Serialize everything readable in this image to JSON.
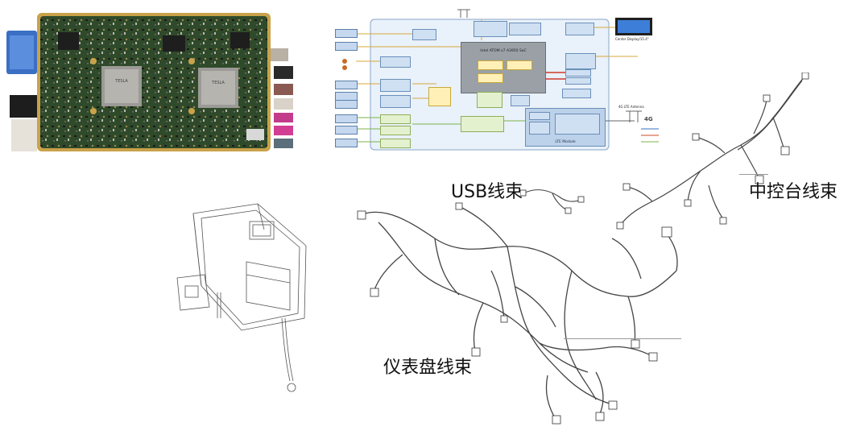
{
  "labels": {
    "usb_harness": "USB线束",
    "center_console_harness": "中控台线束",
    "instrument_panel_harness": "仪表盘线束"
  },
  "board_chip_text": [
    "TESLA",
    "TESLA"
  ],
  "diagram": {
    "main_block": "Intel ATOM x7 A3950 SoC",
    "bottom_label": "LTE Module",
    "antenna_label": "4G LTE Antenna",
    "lte_badge": "4G",
    "display_label": "Center Display/15.4\""
  },
  "colors": {
    "board_green": "#2f4a2a",
    "board_gold": "#c9a24a",
    "diagram_panel": "#e9f1fa",
    "diagram_border": "#8aa6c8",
    "soc_gray": "#9aa0a6",
    "wire": "#555555"
  }
}
